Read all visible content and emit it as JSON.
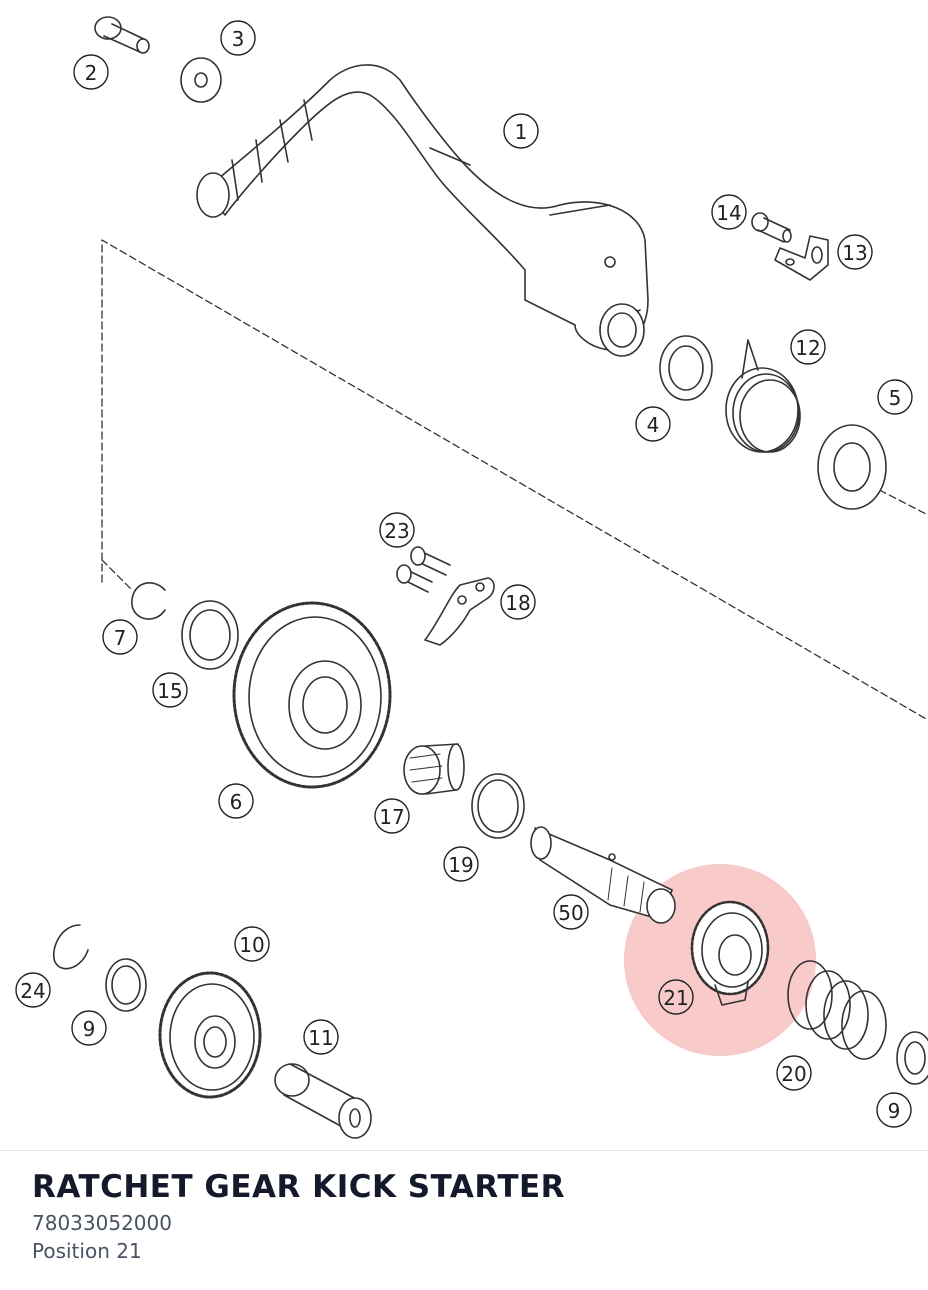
{
  "part": {
    "title": "RATCHET GEAR KICK STARTER",
    "number": "78033052000",
    "position_label": "Position 21"
  },
  "highlight": {
    "callout": "21",
    "color": "#f08a8a"
  },
  "callouts": [
    "1",
    "2",
    "3",
    "4",
    "5",
    "6",
    "7",
    "9",
    "9",
    "10",
    "11",
    "12",
    "13",
    "14",
    "15",
    "17",
    "18",
    "19",
    "20",
    "21",
    "23",
    "24",
    "50"
  ]
}
